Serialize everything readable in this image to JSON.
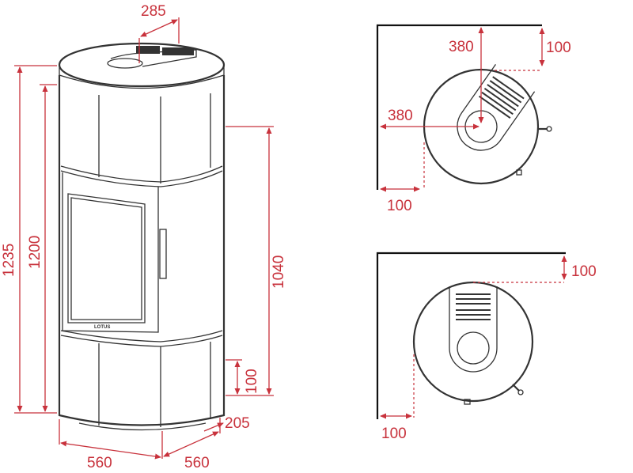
{
  "colors": {
    "dimension": "#c8323c",
    "outline": "#333333"
  },
  "front_view": {
    "brand_logo": "LOTUS",
    "dims": {
      "flue_offset": "285",
      "total_height": "1235",
      "body_height": "1200",
      "rear_outlet_height": "1040",
      "air_inlet_height": "100",
      "air_inlet_offset": "205",
      "width_left": "560",
      "width_right": "560"
    }
  },
  "corner_plan": {
    "dims": {
      "flue_from_back": "380",
      "flue_from_side": "380",
      "back_clearance": "100",
      "side_clearance": "100"
    }
  },
  "wall_plan": {
    "dims": {
      "back_clearance": "100",
      "side_clearance": "100"
    }
  }
}
